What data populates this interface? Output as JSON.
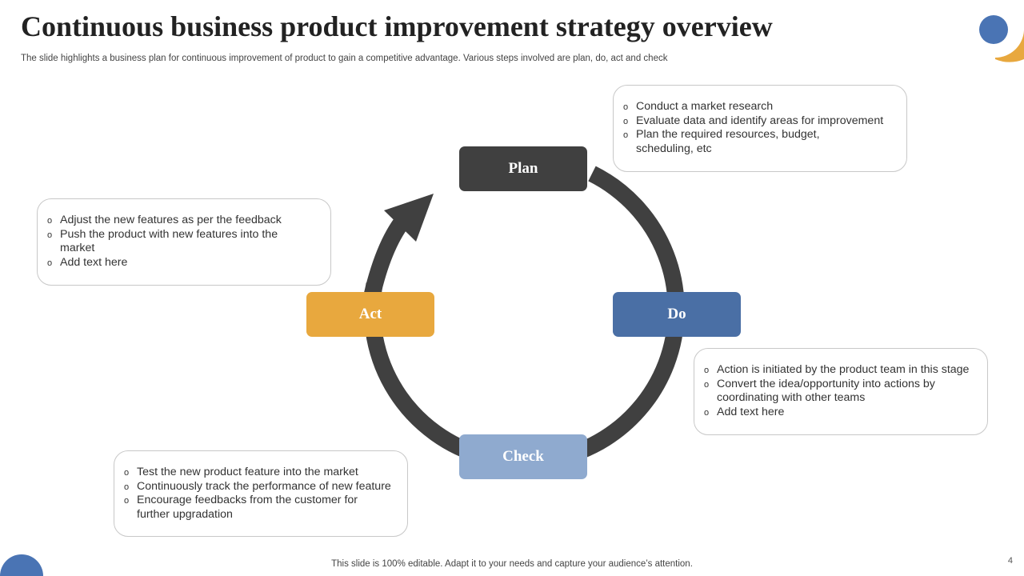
{
  "header": {
    "title": "Continuous business product improvement strategy overview",
    "subtitle": "The slide highlights a business plan for continuous improvement of product to gain a competitive advantage. Various steps involved are plan, do, act and check"
  },
  "stages": {
    "plan": "Plan",
    "do": "Do",
    "check": "Check",
    "act": "Act"
  },
  "notes": {
    "plan": [
      "Conduct a market research",
      "Evaluate data and identify areas for improvement",
      "Plan the required resources, budget, scheduling, etc"
    ],
    "do": [
      "Action is initiated by the product team in this stage",
      "Convert the idea/opportunity into actions by coordinating with other teams",
      "Add text here"
    ],
    "check": [
      "Test the new product feature into the market",
      "Continuously track the performance of new feature",
      "Encourage feedbacks from the customer for further upgradation"
    ],
    "act": [
      "Adjust the new features as per the feedback",
      "Push the product with new features into the market",
      "Add text here"
    ]
  },
  "colors": {
    "plan": "#404040",
    "do": "#4a6fa5",
    "check": "#8faacf",
    "act": "#e8a83e",
    "ring": "#404040",
    "accent_blue": "#4a74b4",
    "accent_gold": "#e8a83e"
  },
  "footer": {
    "text": "This slide is 100% editable. Adapt it to your needs and capture your audience’s attention.",
    "page_number": "4"
  }
}
